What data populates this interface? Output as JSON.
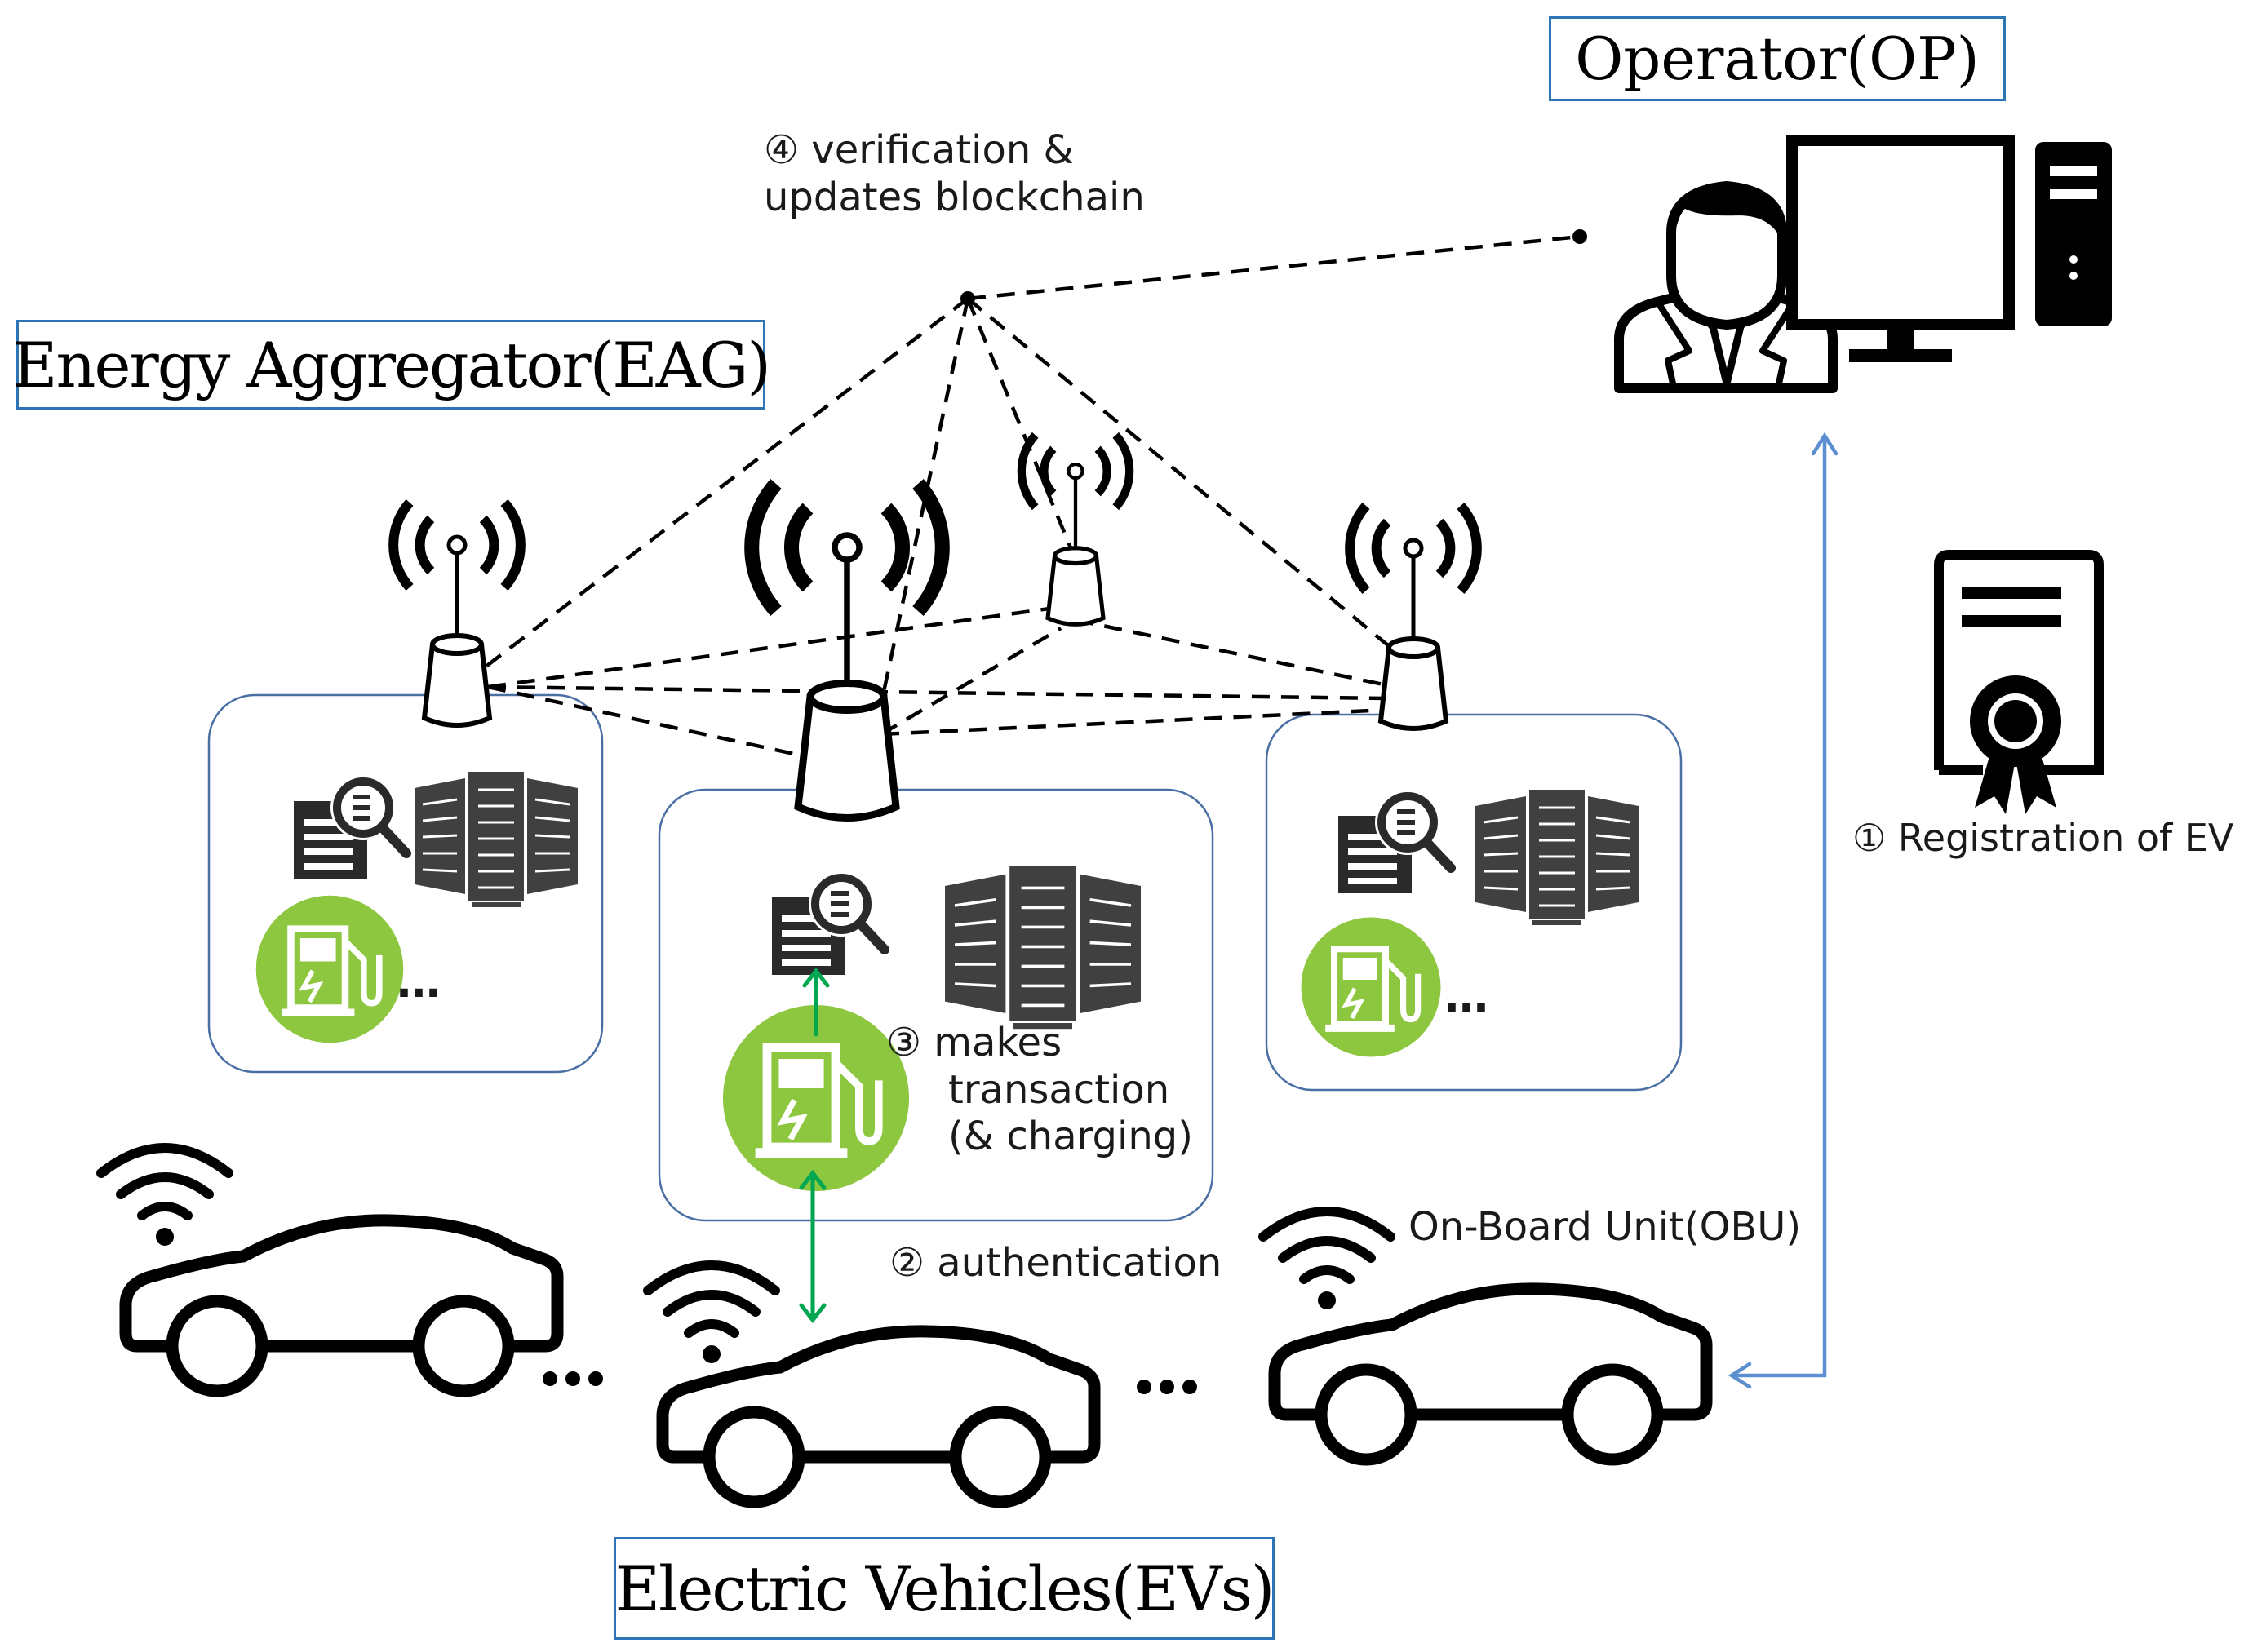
{
  "titles": {
    "operator": "Operator(OP)",
    "aggregator": "Energy Aggregator(EAG)",
    "vehicles": "Electric Vehicles(EVs)"
  },
  "steps": {
    "step1": {
      "num": "①",
      "text": "Registration of EV"
    },
    "step2": {
      "num": "②",
      "text": "authentication"
    },
    "step3": {
      "num": "③",
      "lines": [
        "makes",
        "transaction",
        "(& charging)"
      ]
    },
    "step4": {
      "num": "④",
      "lines": [
        "verification &",
        "updates blockchain"
      ]
    }
  },
  "labels": {
    "obu": "On-Board Unit(OBU)",
    "ellipsis": "…"
  },
  "colors": {
    "box_border": "#2e75b6",
    "station_green": "#8dc63f",
    "green_arrow": "#00a650",
    "blue_arrow": "#5b8fd0",
    "server_gray": "#404040"
  },
  "icons": [
    "operator-person-icon",
    "monitor-icon",
    "pc-tower-icon",
    "certificate-icon",
    "antenna-icon",
    "document-search-icon",
    "server-rack-icon",
    "charging-station-icon",
    "wifi-icon",
    "car-icon"
  ]
}
